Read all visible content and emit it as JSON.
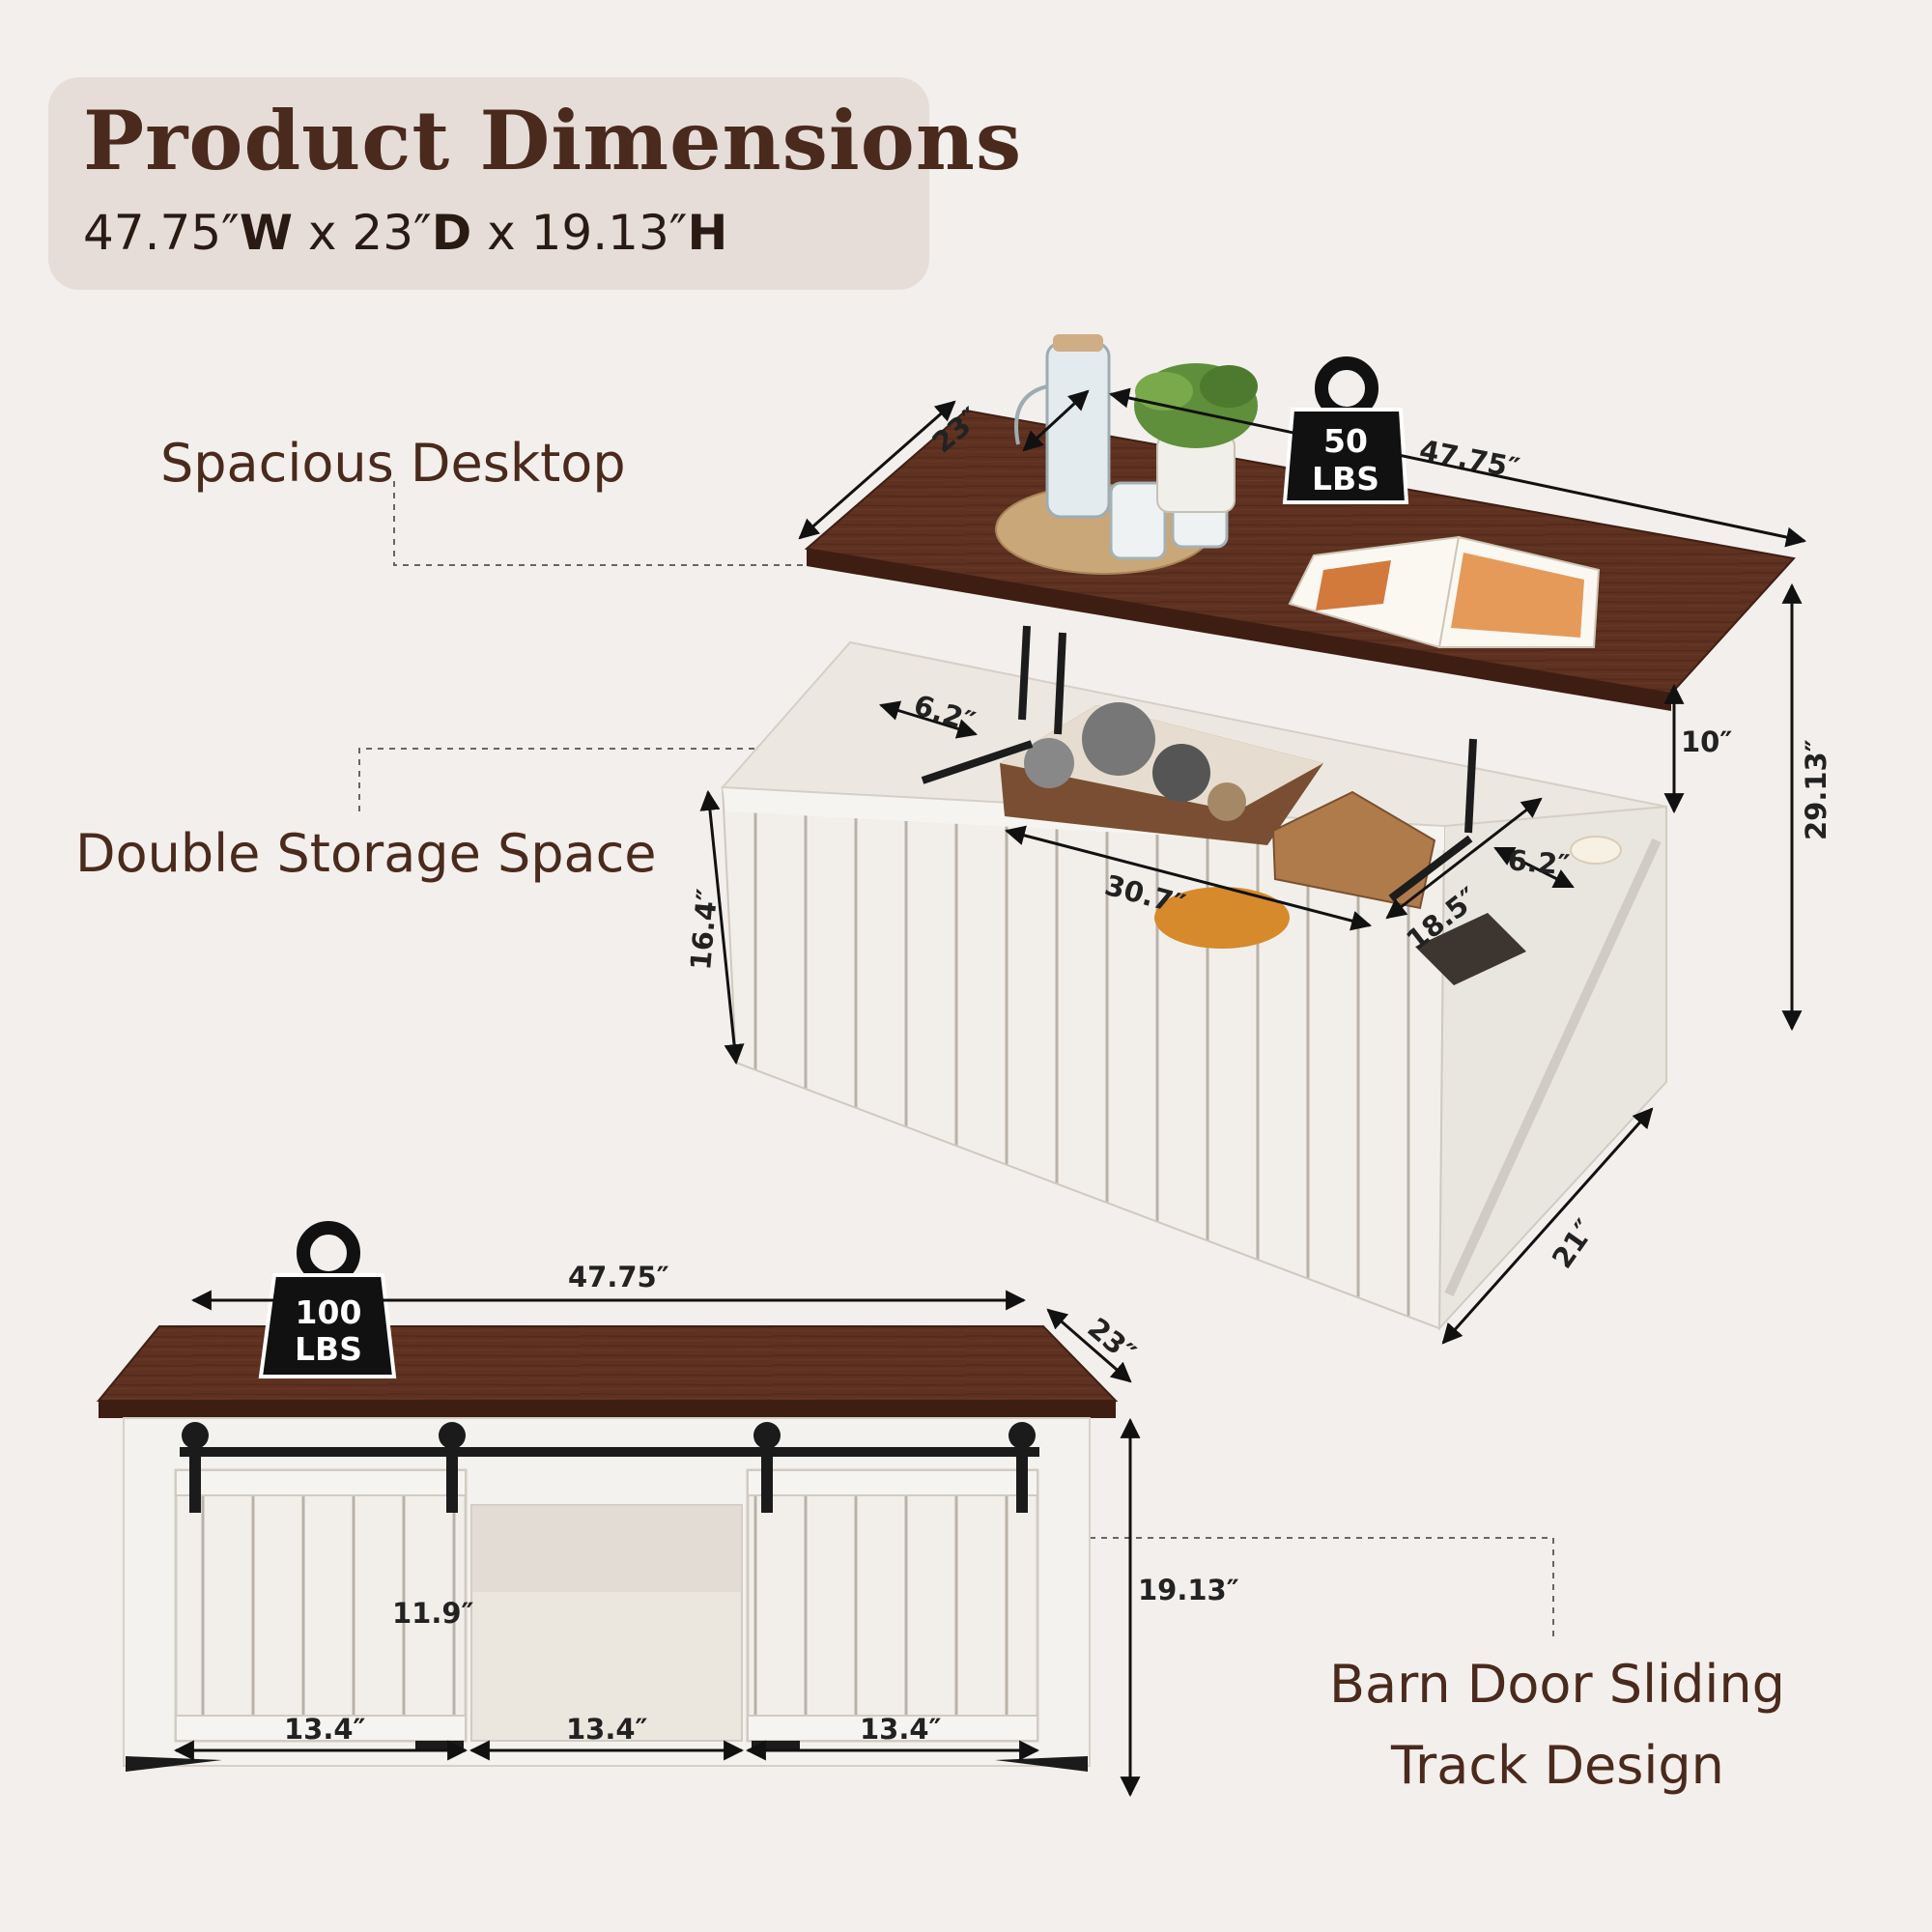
{
  "header": {
    "title": "Product Dimensions",
    "width_value": "47.75″",
    "width_letter": "W",
    "depth_value": "23″",
    "depth_letter": "D",
    "height_value": "19.13″",
    "height_letter": "H",
    "separator": "x"
  },
  "callouts": {
    "desktop": "Spacious Desktop",
    "storage": "Double Storage Space",
    "barn_line1": "Barn Door Sliding",
    "barn_line2": "Track Design"
  },
  "top_view": {
    "weight_value": "50",
    "weight_unit": "LBS",
    "dims": {
      "top_depth": "23″",
      "top_width": "47.75″",
      "lift_height": "10″",
      "total_height": "29.13″",
      "body_height": "16.4″",
      "compartment_width": "30.7″",
      "compartment_depth": "18.5″",
      "side_left": "6.2″",
      "side_right": "6.2″",
      "base_depth": "21″"
    }
  },
  "front_view": {
    "weight_value": "100",
    "weight_unit": "LBS",
    "dims": {
      "width": "47.75″",
      "depth": "23″",
      "height": "19.13″",
      "inner_height": "11.9″",
      "door_left": "13.4″",
      "opening": "13.4″",
      "door_right": "13.4″"
    }
  },
  "colors": {
    "background": "#f3efec",
    "title_box": "#e6ddd8",
    "text_brown": "#4a2a1d",
    "wood": "#5e3121",
    "cabinet_white": "#f4f2ee",
    "hardware": "#1b1b1b"
  }
}
